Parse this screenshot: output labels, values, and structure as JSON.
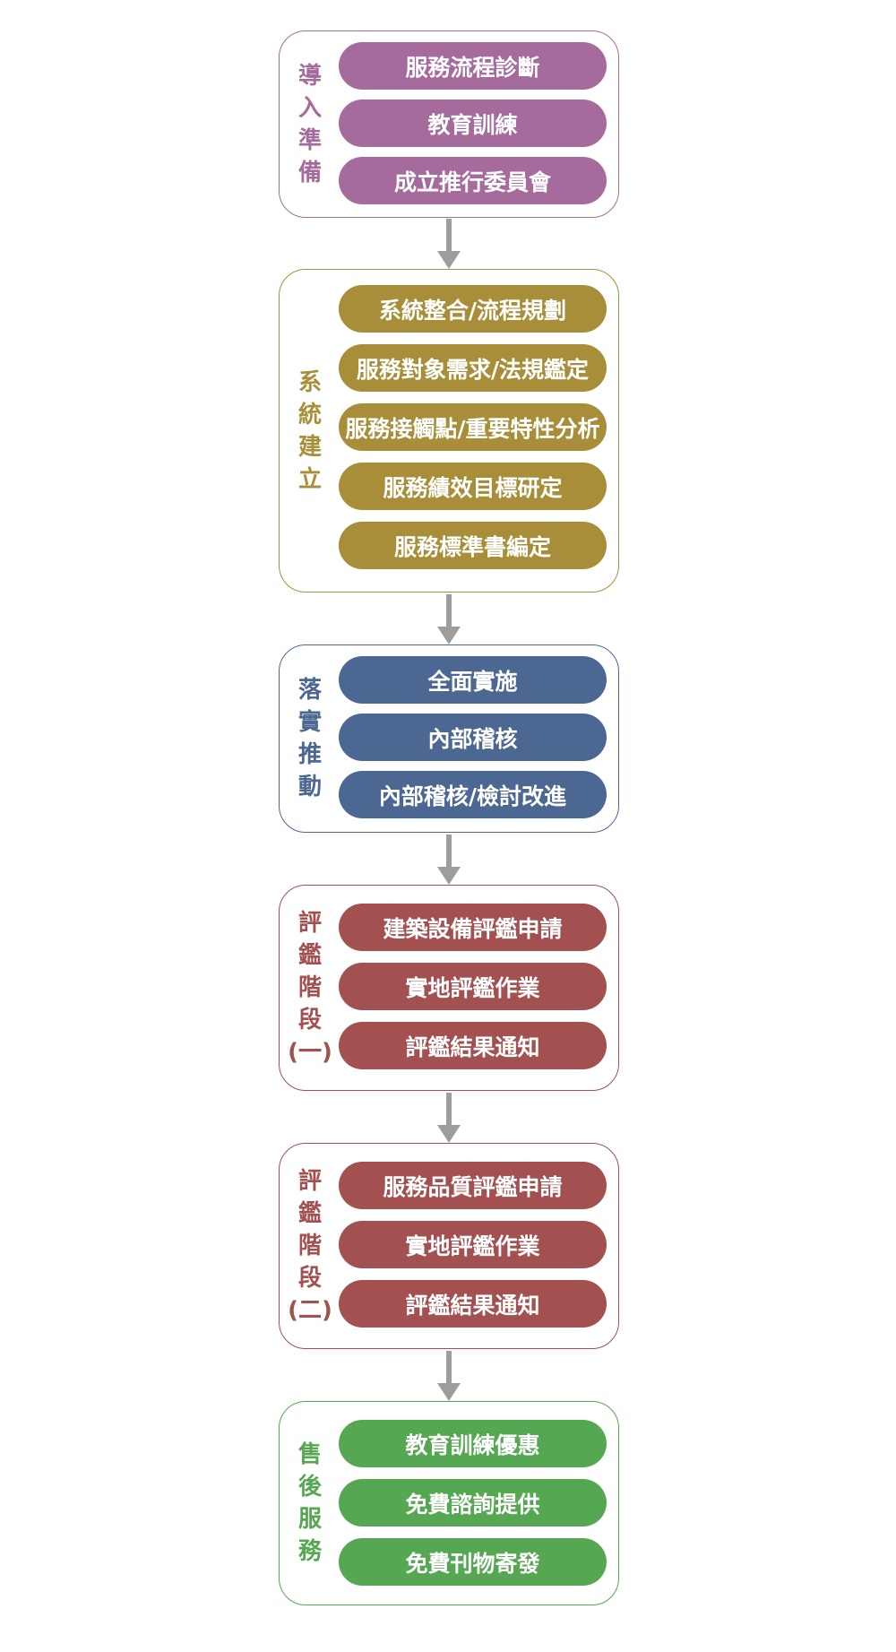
{
  "colors": {
    "purple": "#a56b9d",
    "gold": "#a88e38",
    "blue": "#4c6792",
    "red": "#a25050",
    "green": "#56a752",
    "arrow": "#9d9d9d"
  },
  "stages": [
    {
      "label": "導\n入\n準\n備",
      "color": "purple",
      "steps": [
        "服務流程診斷",
        "教育訓練",
        "成立推行委員會"
      ]
    },
    {
      "label": "系\n統\n建\n立",
      "color": "gold",
      "steps": [
        "系統整合/流程規劃",
        "服務對象需求/法規鑑定",
        "服務接觸點/重要特性分析",
        "服務績效目標研定",
        "服務標準書編定"
      ]
    },
    {
      "label": "落\n實\n推\n動",
      "color": "blue",
      "steps": [
        "全面實施",
        "內部稽核",
        "內部稽核/檢討改進"
      ]
    },
    {
      "label": "評\n鑑\n階\n段\n(一)",
      "color": "red",
      "steps": [
        "建築設備評鑑申請",
        "實地評鑑作業",
        "評鑑結果通知"
      ]
    },
    {
      "label": "評\n鑑\n階\n段\n(二)",
      "color": "red",
      "steps": [
        "服務品質評鑑申請",
        "實地評鑑作業",
        "評鑑結果通知"
      ]
    },
    {
      "label": "售\n後\n服\n務",
      "color": "green",
      "steps": [
        "教育訓練優惠",
        "免費諮詢提供",
        "免費刊物寄發"
      ]
    }
  ]
}
